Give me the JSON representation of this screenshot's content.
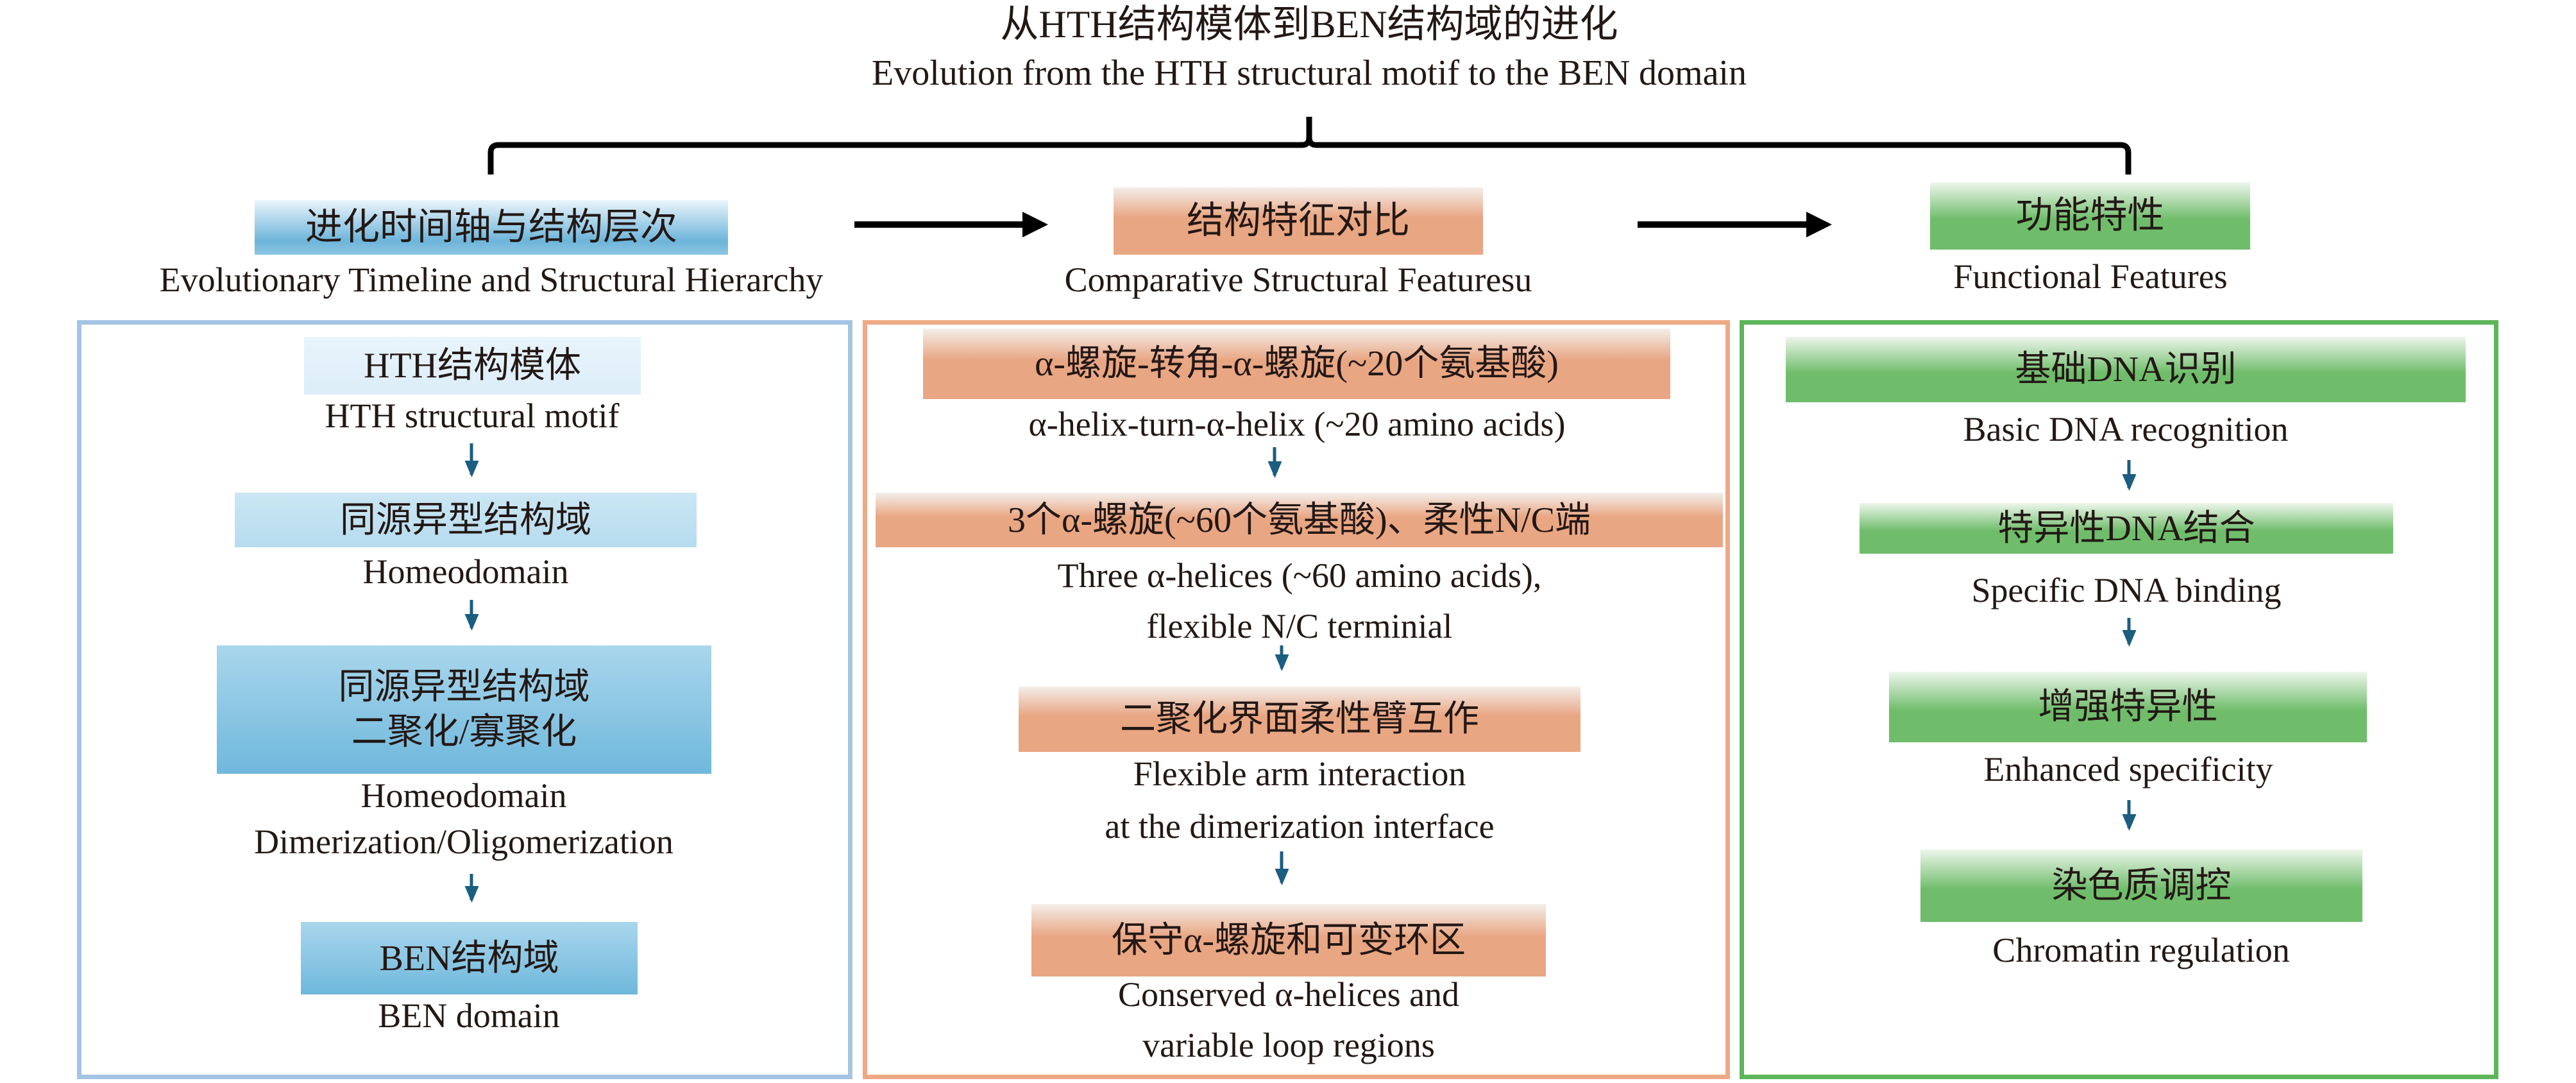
{
  "title": {
    "zh": "从HTH结构模体到BEN结构域的进化",
    "en": "Evolution from the HTH structural motif to the BEN domain"
  },
  "colors": {
    "blue": "#6db5da",
    "orange": "#e9a683",
    "green": "#6fbd6b",
    "arrow": "#1b5e80",
    "blue_border": "#a4c4e4",
    "orange_border": "#eda985",
    "green_border": "#5db55a"
  },
  "columns": [
    {
      "header_zh": "进化时间轴与结构层次",
      "header_en": "Evolutionary Timeline and Structural Hierarchy",
      "items": [
        {
          "zh": [
            "HTH结构模体"
          ],
          "en": [
            "HTH structural motif"
          ]
        },
        {
          "zh": [
            "同源异型结构域"
          ],
          "en": [
            "Homeodomain"
          ]
        },
        {
          "zh": [
            "同源异型结构域",
            "二聚化/寡聚化"
          ],
          "en": [
            "Homeodomain",
            "Dimerization/Oligomerization"
          ]
        },
        {
          "zh": [
            "BEN结构域"
          ],
          "en": [
            "BEN domain"
          ]
        }
      ]
    },
    {
      "header_zh": "结构特征对比",
      "header_en": "Comparative Structural Featuresu",
      "items": [
        {
          "zh": [
            "α-螺旋-转角-α-螺旋(~20个氨基酸)"
          ],
          "en": [
            "α-helix-turn-α-helix (~20 amino acids)"
          ]
        },
        {
          "zh": [
            "3个α-螺旋(~60个氨基酸)、柔性N/C端"
          ],
          "en": [
            "Three α-helices (~60 amino acids),",
            "flexible N/C terminial"
          ]
        },
        {
          "zh": [
            "二聚化界面柔性臂互作"
          ],
          "en": [
            "Flexible arm interaction",
            "at the dimerization interface"
          ]
        },
        {
          "zh": [
            "保守α-螺旋和可变环区"
          ],
          "en": [
            "Conserved α-helices and",
            "variable loop regions"
          ]
        }
      ]
    },
    {
      "header_zh": "功能特性",
      "header_en": "Functional Features",
      "items": [
        {
          "zh": [
            "基础DNA识别"
          ],
          "en": [
            "Basic DNA recognition"
          ]
        },
        {
          "zh": [
            "特异性DNA结合"
          ],
          "en": [
            "Specific DNA binding"
          ]
        },
        {
          "zh": [
            "增强特异性"
          ],
          "en": [
            "Enhanced specificity"
          ]
        },
        {
          "zh": [
            "染色质调控"
          ],
          "en": [
            "Chromatin regulation"
          ]
        }
      ]
    }
  ]
}
